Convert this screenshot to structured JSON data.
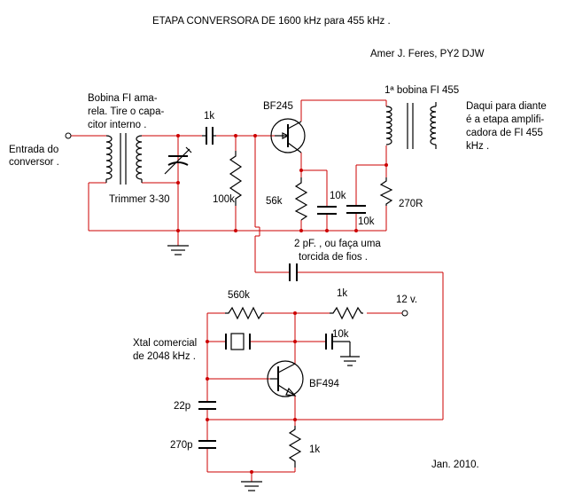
{
  "title": "ETAPA CONVERSORA DE 1600 kHz para 455 kHz .",
  "author": "Amer J. Feres, PY2 DJW",
  "date": "Jan. 2010.",
  "labels": {
    "input": [
      "Entrada do",
      "conversor ."
    ],
    "coil_yellow": [
      "Bobina FI ama-",
      "rela. Tire o capa-",
      "citor interno ."
    ],
    "trimmer": "Trimmer 3-30",
    "cap_1k": "1k",
    "res_100k": "100k",
    "fet": "BF245",
    "res_56k": "56k",
    "cap_10k_a": "10k",
    "cap_10k_b": "10k",
    "res_270r": "270R",
    "coil_455": "1ª bobina FI 455",
    "output": [
      "Daqui para diante",
      "é a etapa amplifi-",
      "cadora de FI 455",
      "kHz ."
    ],
    "coupling_cap": [
      "2 pF. , ou faça uma",
      "torcida de fios ."
    ],
    "res_560k": "560k",
    "res_1k_top": "1k",
    "supply": "12 v.",
    "xtal": [
      "Xtal comercial",
      "de 2048 kHz ."
    ],
    "cap_10k_osc": "10k",
    "bjt": "BF494",
    "cap_22p": "22p",
    "cap_270p": "270p",
    "res_1k_emitter": "1k"
  },
  "colors": {
    "wire": "#cc0000",
    "component": "#000000",
    "background": "#ffffff"
  }
}
